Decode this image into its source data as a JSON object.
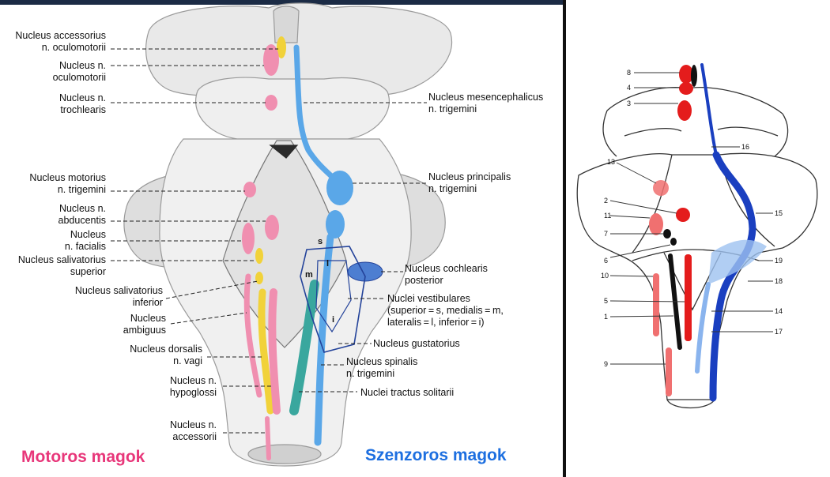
{
  "colors": {
    "motor": "#e8377a",
    "sensory": "#1d6fe0",
    "pink_nucleus": "#f08fb0",
    "yellow_nucleus": "#f1d23a",
    "blue_nucleus": "#5aa7e8",
    "teal_nucleus": "#3aa79e",
    "divider": "#111111",
    "right_red": "#e41c1c",
    "right_blue": "#1a3fc0"
  },
  "left_labels": [
    {
      "id": "accessorius",
      "lines": [
        "Nucleus accessorius",
        "n. oculomotorii"
      ]
    },
    {
      "id": "oculomotorii",
      "lines": [
        "Nucleus n.",
        "oculomotorii"
      ]
    },
    {
      "id": "trochlearis",
      "lines": [
        "Nucleus n.",
        "trochlearis"
      ]
    },
    {
      "id": "motorius-trigemini",
      "lines": [
        "Nucleus motorius",
        "n. trigemini"
      ]
    },
    {
      "id": "abducentis",
      "lines": [
        "Nucleus n.",
        "abducentis"
      ]
    },
    {
      "id": "facialis",
      "lines": [
        "Nucleus",
        "n. facialis"
      ]
    },
    {
      "id": "salivatorius-superior",
      "lines": [
        "Nucleus salivatorius",
        "superior"
      ]
    },
    {
      "id": "salivatorius-inferior",
      "lines": [
        "Nucleus salivatorius",
        "inferior"
      ]
    },
    {
      "id": "ambiguus",
      "lines": [
        "Nucleus",
        "ambiguus"
      ]
    },
    {
      "id": "dorsalis-vagi",
      "lines": [
        "Nucleus dorsalis",
        "n. vagi"
      ]
    },
    {
      "id": "hypoglossi",
      "lines": [
        "Nucleus n.",
        "hypoglossi"
      ]
    },
    {
      "id": "accessorii",
      "lines": [
        "Nucleus n.",
        "accessorii"
      ]
    }
  ],
  "right_labels": [
    {
      "id": "mesencephalicus",
      "lines": [
        "Nucleus mesencephalicus",
        "n. trigemini"
      ]
    },
    {
      "id": "principalis",
      "lines": [
        "Nucleus principalis",
        "n. trigemini"
      ]
    },
    {
      "id": "cochlearis",
      "lines": [
        "Nucleus cochlearis",
        "posterior"
      ]
    },
    {
      "id": "vestibulares",
      "lines": [
        "Nuclei vestibulares",
        "(superior = s, medialis = m,",
        "lateralis = l, inferior = i)"
      ]
    },
    {
      "id": "gustatorius",
      "lines": [
        "Nucleus gustatorius"
      ]
    },
    {
      "id": "spinalis",
      "lines": [
        "Nucleus spinalis",
        "n. trigemini"
      ]
    },
    {
      "id": "solitarii",
      "lines": [
        "Nuclei tractus solitarii"
      ]
    }
  ],
  "vestibular_letters": [
    "s",
    "l",
    "m",
    "i"
  ],
  "captions": {
    "motor": "Motoros magok",
    "sensory": "Szenzoros magok"
  },
  "right_numbers": [
    "8",
    "4",
    "3",
    "16",
    "13",
    "2",
    "15",
    "11",
    "7",
    "6",
    "19",
    "10",
    "18",
    "5",
    "14",
    "1",
    "17",
    "9"
  ]
}
